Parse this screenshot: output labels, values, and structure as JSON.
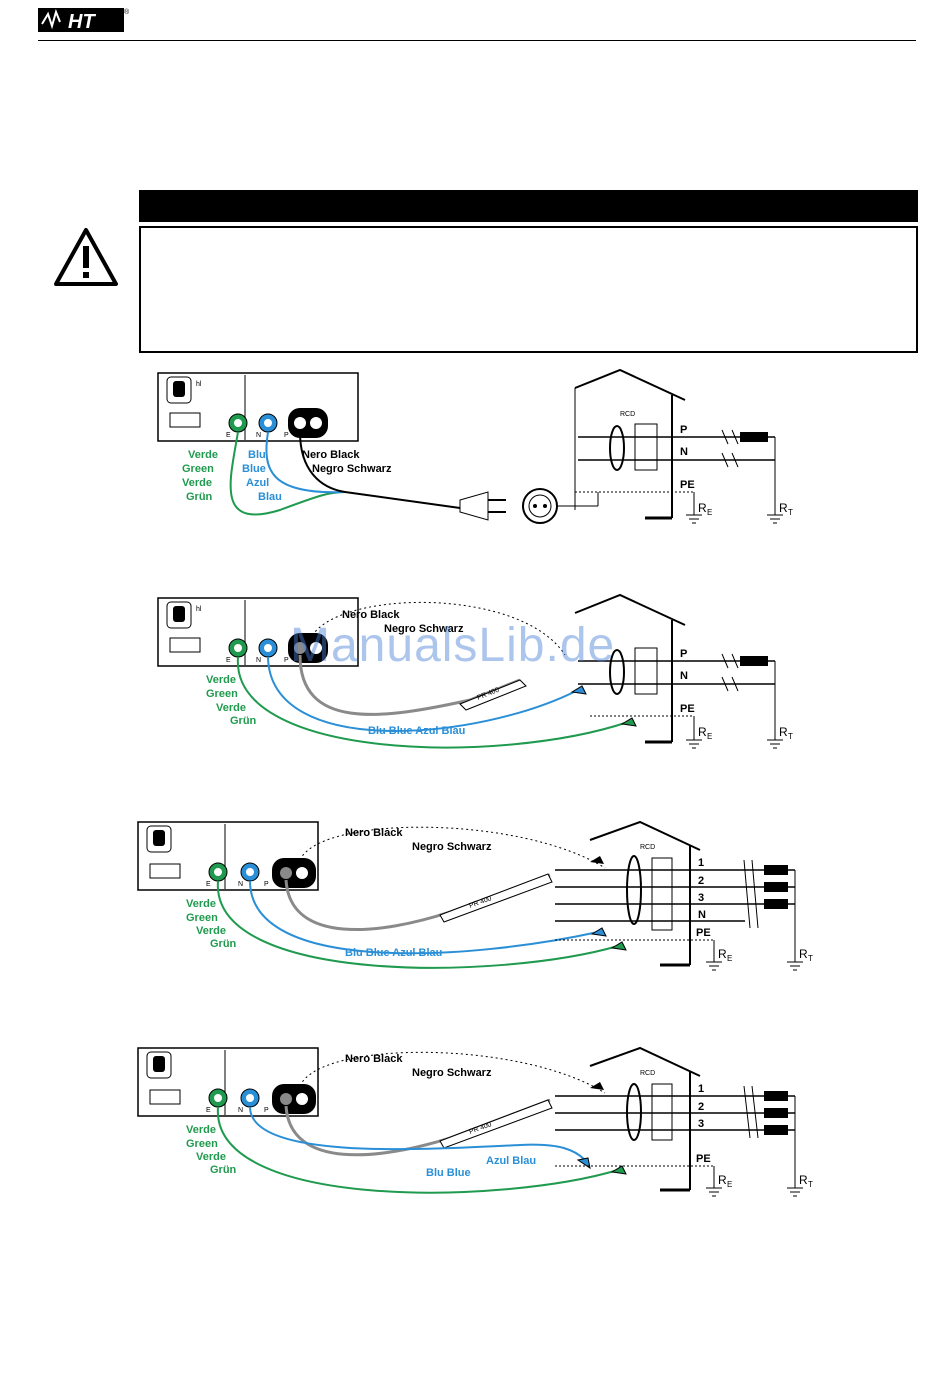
{
  "header": {
    "logo_text": "HT",
    "logo_mark": "®"
  },
  "watermark": "ManualsLib.de",
  "colors": {
    "green": "#1f9a4e",
    "blue": "#2a8fd6",
    "black": "#000000",
    "grey": "#8a8a8a"
  },
  "diagrams": [
    {
      "id": "d1",
      "instrument": {
        "display_model": "hl",
        "terminals": [
          "E",
          "N",
          "P"
        ]
      },
      "labels": {
        "green": [
          "Verde",
          "Green",
          "Verde",
          "Grün"
        ],
        "blue": [
          "Blu",
          "Blue",
          "Azul",
          "Blau"
        ],
        "black": [
          "Nero  Black",
          "Negro  Schwarz"
        ]
      },
      "network": {
        "rcd": "RCD",
        "lines": [
          "P",
          "N"
        ],
        "pe": "PE",
        "re": "R",
        "re_sub": "E",
        "rt": "R",
        "rt_sub": "T"
      }
    },
    {
      "id": "d2",
      "instrument": {
        "display_model": "hl",
        "terminals": [
          "E",
          "N",
          "P"
        ]
      },
      "labels": {
        "green": [
          "Verde",
          "Green",
          "Verde",
          "Grün"
        ],
        "blue_line": "Blu  Blue  Azul  Blau",
        "black": [
          "Nero  Black",
          "Negro  Schwarz"
        ],
        "probe": "PR 400"
      },
      "network": {
        "lines": [
          "P",
          "N"
        ],
        "pe": "PE",
        "re": "R",
        "re_sub": "E",
        "rt": "R",
        "rt_sub": "T"
      }
    },
    {
      "id": "d3",
      "instrument": {
        "terminals": [
          "E",
          "N",
          "P"
        ]
      },
      "labels": {
        "green": [
          "Verde",
          "Green",
          "Verde",
          "Grün"
        ],
        "blue_line": "Blu  Blue  Azul  Blau",
        "black": [
          "Nero  Black",
          "Negro  Schwarz"
        ],
        "probe": "PR 400"
      },
      "network": {
        "rcd": "RCD",
        "lines": [
          "1",
          "2",
          "3",
          "N"
        ],
        "pe": "PE",
        "re": "R",
        "re_sub": "E",
        "rt": "R",
        "rt_sub": "T"
      }
    },
    {
      "id": "d4",
      "instrument": {
        "terminals": [
          "E",
          "N",
          "P"
        ]
      },
      "labels": {
        "green": [
          "Verde",
          "Green",
          "Verde",
          "Grün"
        ],
        "blue_a": "Azul  Blau",
        "blue_b": "Blu  Blue",
        "black": [
          "Nero  Black",
          "Negro  Schwarz"
        ],
        "probe": "PR 400"
      },
      "network": {
        "rcd": "RCD",
        "lines": [
          "1",
          "2",
          "3"
        ],
        "pe": "PE",
        "re": "R",
        "re_sub": "E",
        "rt": "R",
        "rt_sub": "T"
      }
    }
  ]
}
